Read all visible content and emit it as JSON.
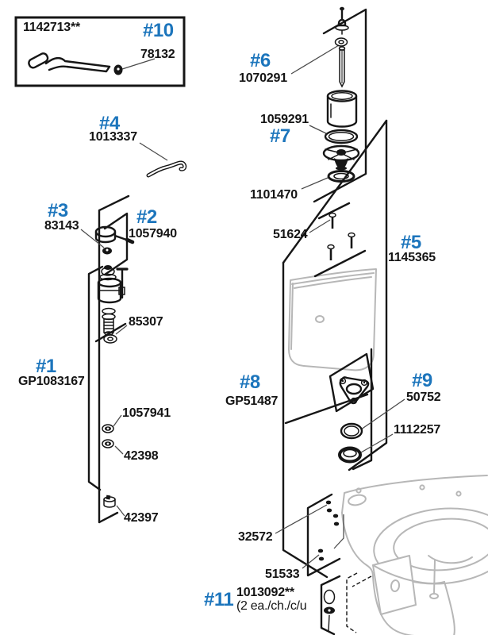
{
  "colors": {
    "accent": "#1C75BC",
    "ink": "#161616",
    "light_line": "#b7b7b7"
  },
  "callouts": {
    "c1": "#1",
    "c2": "#2",
    "c3": "#3",
    "c4": "#4",
    "c5": "#5",
    "c6": "#6",
    "c7": "#7",
    "c8": "#8",
    "c9": "#9",
    "c10": "#10",
    "c11": "#11"
  },
  "parts": {
    "p1142713": "1142713**",
    "p78132": "78132",
    "p1070291": "1070291",
    "p1059291": "1059291",
    "p1101470": "1101470",
    "p1013337": "1013337",
    "p83143": "83143",
    "p1057940": "1057940",
    "p85307": "85307",
    "pGP1083167": "GP1083167",
    "p1057941": "1057941",
    "p42398": "42398",
    "p42397": "42397",
    "p51624": "51624",
    "p1145365": "1145365",
    "pGP51487": "GP51487",
    "p50752": "50752",
    "p1112257": "1112257",
    "p32572": "32572",
    "p51533": "51533",
    "p1013092": "1013092**",
    "qty_note": "(2 ea./ch./c/u"
  }
}
